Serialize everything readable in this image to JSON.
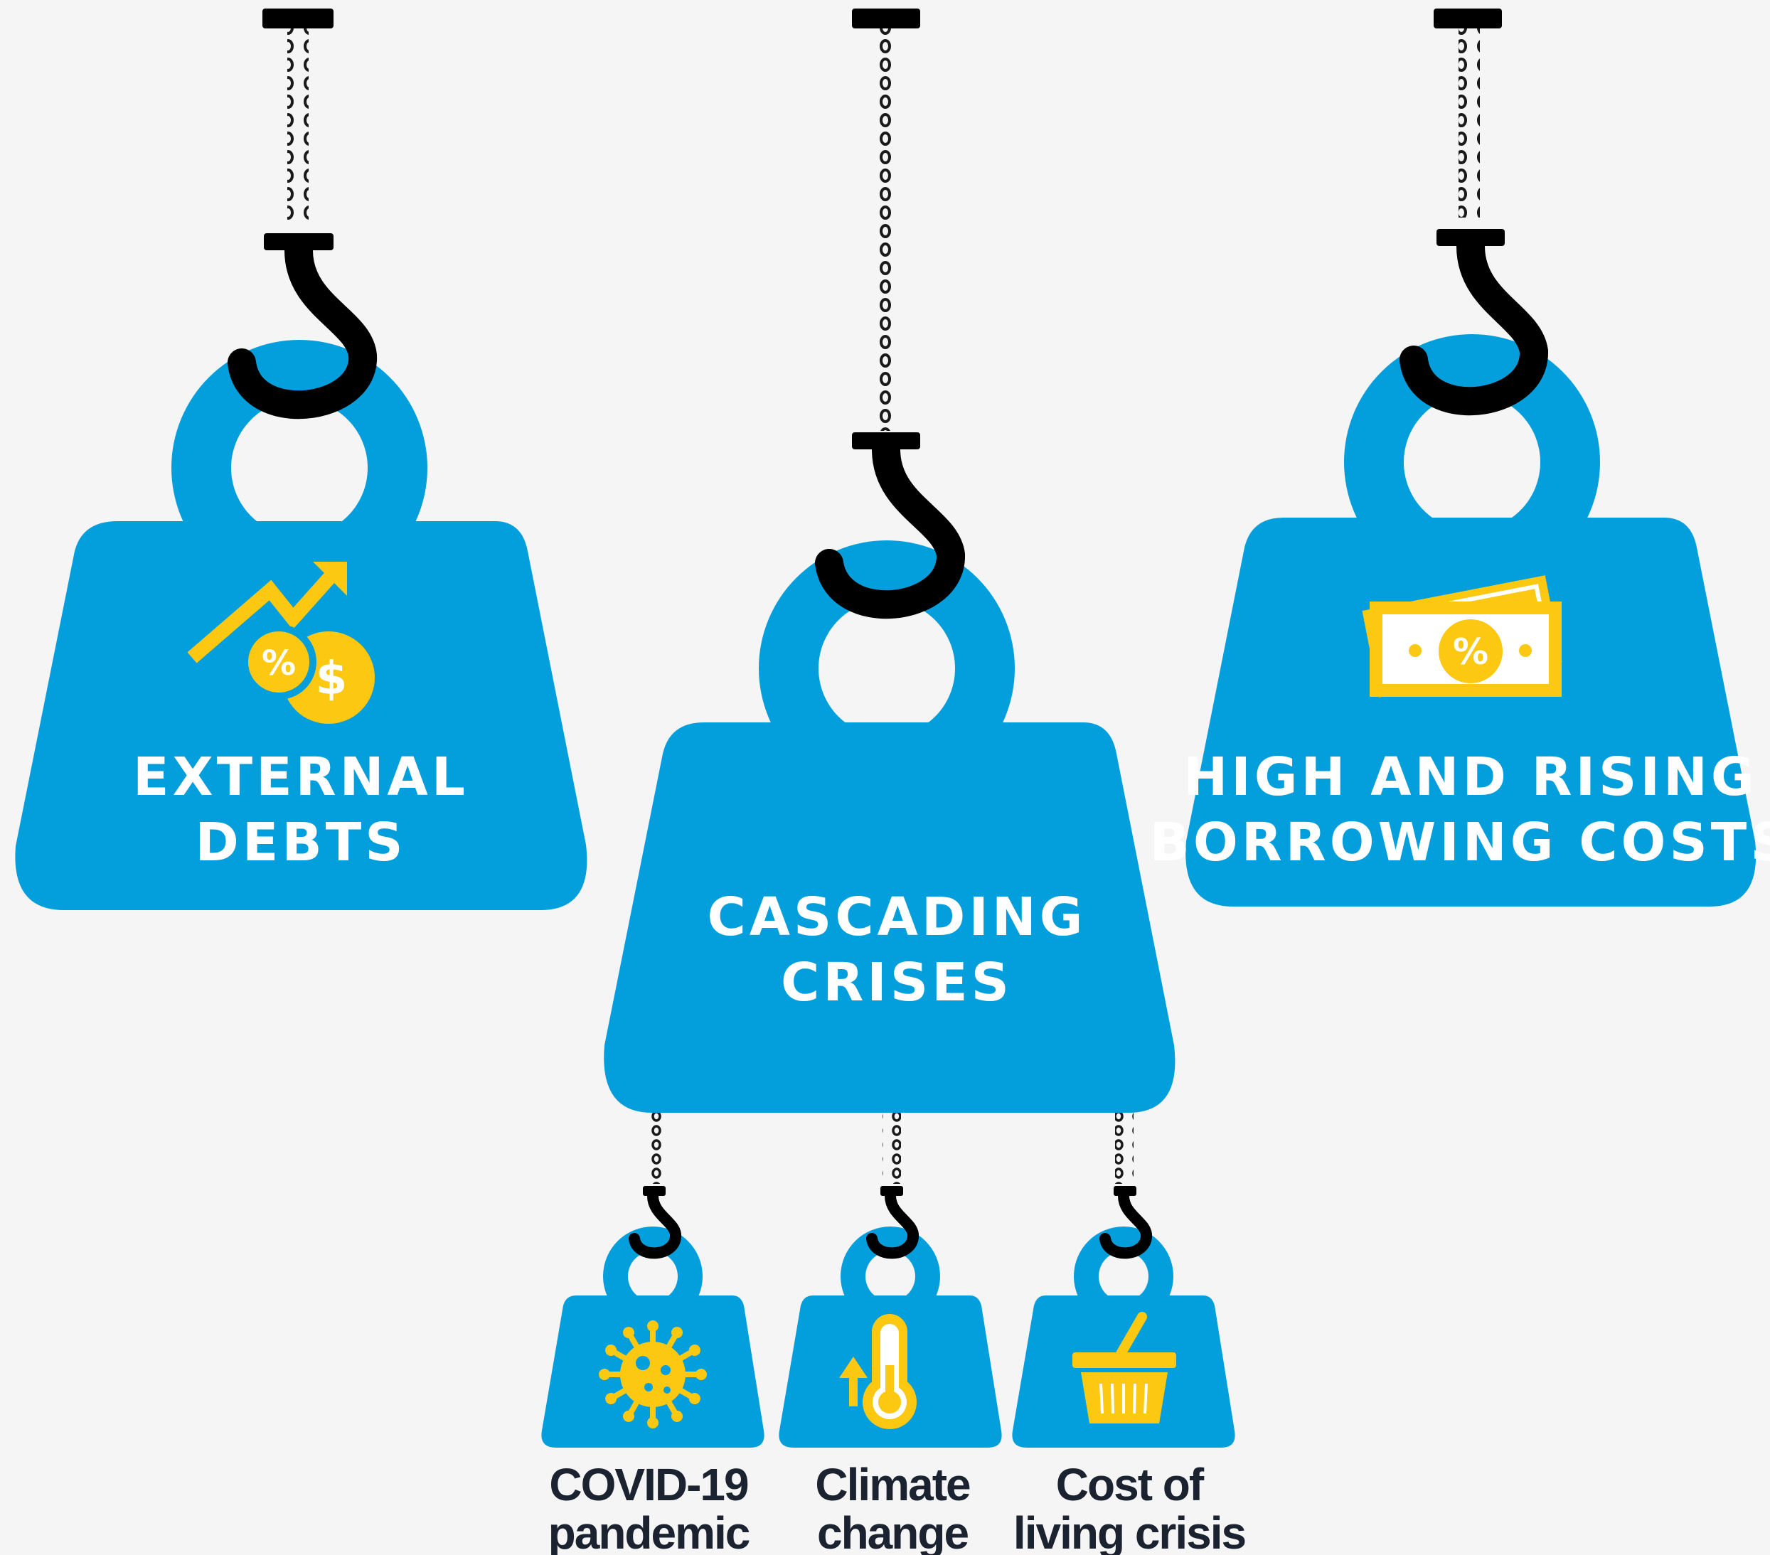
{
  "colors": {
    "background": "#f5f5f5",
    "weight": "#039fdc",
    "hook": "#000000",
    "icon": "#fcc812",
    "label_dark": "#1b2230",
    "label_light": "#ffffff"
  },
  "weights": [
    {
      "id": "external",
      "line1": "EXTERNAL",
      "line2": "DEBTS",
      "icon": "rising-trend-percent-dollar-icon"
    },
    {
      "id": "cascading",
      "line1": "CASCADING",
      "line2": "CRISES",
      "icon": ""
    },
    {
      "id": "borrowing",
      "line1": "HIGH AND RISING",
      "line2": "BORROWING COSTS",
      "icon": "banknote-percent-icon"
    }
  ],
  "sub_weights": [
    {
      "id": "covid",
      "line1": "COVID-19",
      "line2": "pandemic",
      "icon": "virus-icon"
    },
    {
      "id": "climate",
      "line1": "Climate",
      "line2": "change",
      "icon": "thermometer-up-icon"
    },
    {
      "id": "cost",
      "line1": "Cost of",
      "line2": "living crisis",
      "icon": "shopping-basket-icon"
    }
  ]
}
